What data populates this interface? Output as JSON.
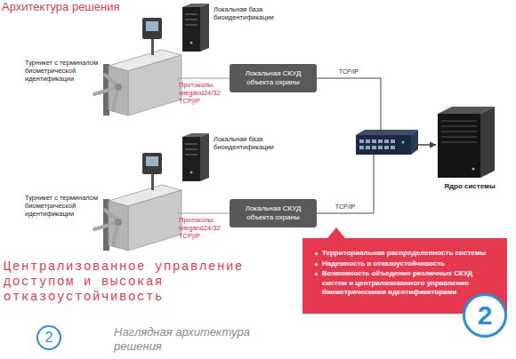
{
  "diagram": {
    "title": "Архитектура решения",
    "caption": "Наглядная архитектура решения",
    "nodes": [
      {
        "text": [
          "Локальная СКУД объекта охраны"
        ]
      },
      {
        "text": [
          "Ядро системы"
        ]
      },
      {
        "text": [
          "Локальная СКУД объекта охраны"
        ]
      },
      {
        "text": [
          "Территориальная распределенность системы",
          "Надежность и отказоустойчивость",
          "Возможность объедения различных СКУД систем и централизованного управления биометрическими идентификаторами"
        ]
      },
      {
        "text": [
          "2"
        ]
      },
      {
        "text": [
          "2"
        ]
      }
    ],
    "edges": [
      {
        "from": 0,
        "to": 1,
        "arrow": "to",
        "label": "TCP/IP"
      },
      {
        "from": 2,
        "to": 1,
        "arrow": "to",
        "label": "TCP/IP"
      }
    ],
    "labels": [
      "Локальная база биоидентификации",
      "Турникет с терминалом биометрической идентификации",
      "Протоколы: wiegand24/32 TCP|IP",
      "Локальная база биоидентификации",
      "Турникет с терминалом биометрической идентификации",
      "Протоколы: wiegand24/32 TCP|IP",
      "Централизованное управление доступом и высокая отказоустойчивость"
    ]
  }
}
